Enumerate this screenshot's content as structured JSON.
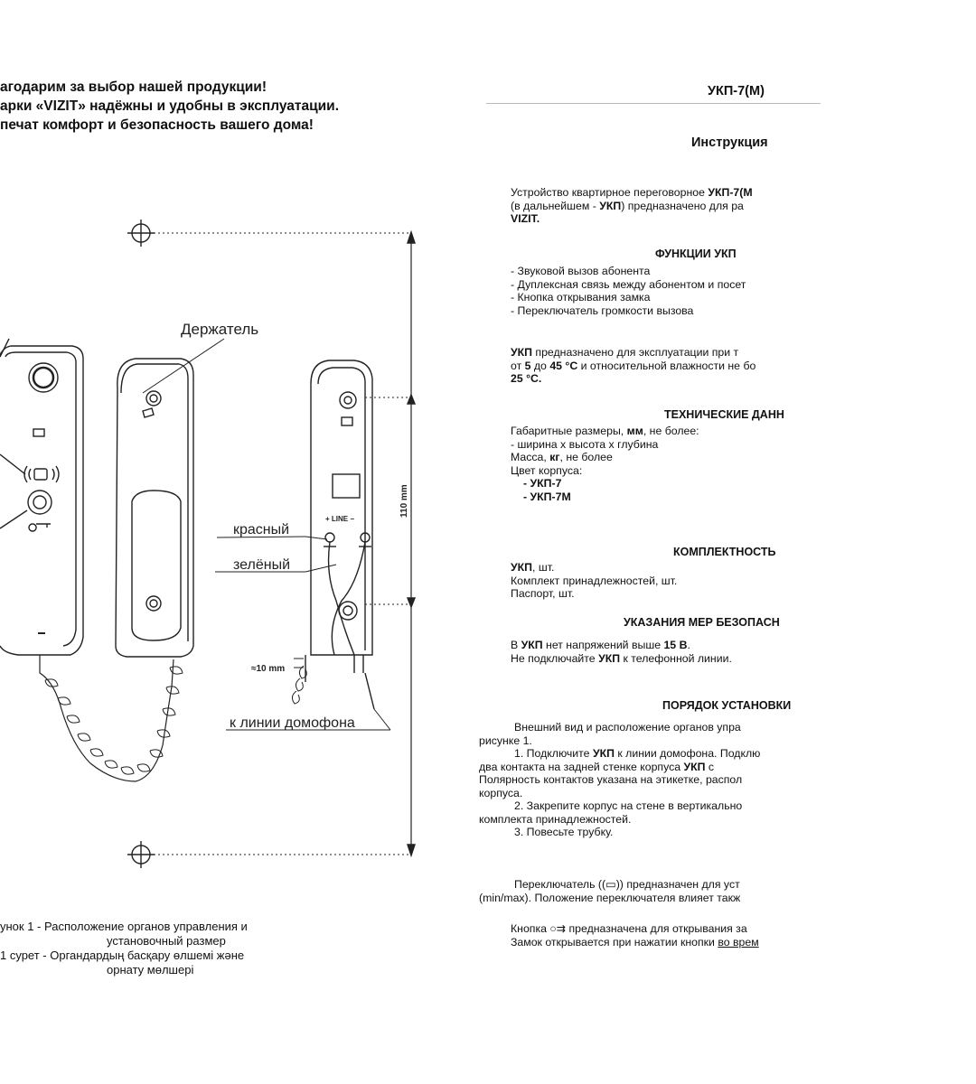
{
  "greeting": {
    "line1": "агодарим за выбор нашей продукции!",
    "line2": "арки «VIZIT» надёжны и удобны в эксплуатации.",
    "line3": "печат комфорт и безопасность вашего дома!"
  },
  "figure": {
    "label_holder": "Держатель",
    "label_red": "красный",
    "label_green": "зелёный",
    "label_line": "к линии домофона",
    "label_110": "110 mm",
    "label_10": "≈10 mm",
    "label_plus_line": "+ LINE −",
    "caption_ru_1": "унок 1 - Расположение органов управления и",
    "caption_ru_2": "установочный размер",
    "caption_kz_1": "1 сурет - Органдардың басқару өлшемі және",
    "caption_kz_2": "орнату мөлшері"
  },
  "doc": {
    "model": "УКП-7(М)",
    "title": "Инструкция",
    "intro_1": "Устройство квартирное переговорное ",
    "intro_1b": "УКП-7(М",
    "intro_2a": "(в дальнейшем - ",
    "intro_2b": "УКП",
    "intro_2c": ") предназначено для ра",
    "intro_3": "VIZIT.",
    "functions_heading": "ФУНКЦИИ УКП",
    "functions": [
      "- Звуковой вызов абонента",
      "- Дуплексная связь между абонентом и посет",
      "- Кнопка открывания замка",
      "- Переключатель громкости вызова"
    ],
    "usage_1a": "УКП",
    "usage_1b": " предназначено для эксплуатации при т",
    "usage_2a": "от ",
    "usage_2b": "5",
    "usage_2c": " до ",
    "usage_2d": "45 °C",
    "usage_2e": " и относительной влажности не бо",
    "usage_3": "25 °C.",
    "tech_heading": "ТЕХНИЧЕСКИЕ ДАНН",
    "tech_1a": "Габаритные размеры, ",
    "tech_1b": "мм",
    "tech_1c": ", не более:",
    "tech_2": "- ширина х высота х глубина",
    "tech_3a": "Масса, ",
    "tech_3b": "кг",
    "tech_3c": ", не более",
    "tech_4": "Цвет корпуса:",
    "tech_5": "- УКП-7",
    "tech_6": "- УКП-7М",
    "kit_heading": "КОМПЛЕКТНОСТЬ",
    "kit_1a": "УКП",
    "kit_1b": ", шт.",
    "kit_2": "Комплект принадлежностей, шт.",
    "kit_3": "Паспорт, шт.",
    "safety_heading": "УКАЗАНИЯ МЕР БЕЗОПАСН",
    "safety_1a": "В ",
    "safety_1b": "УКП",
    "safety_1c": " нет напряжений выше ",
    "safety_1d": "15 В",
    "safety_1e": ".",
    "safety_2a": "Не подключайте ",
    "safety_2b": "УКП",
    "safety_2c": " к телефонной линии.",
    "install_heading": "ПОРЯДОК УСТАНОВКИ",
    "install_1": "Внешний вид и расположение органов упра",
    "install_2": "рисунке 1.",
    "install_3a": "1. Подключите ",
    "install_3b": "УКП",
    "install_3c": " к линии домофона. Подклю",
    "install_4a": "два контакта на задней стенке корпуса ",
    "install_4b": "УКП",
    "install_4c": " с",
    "install_5": "Полярность контактов указана на этикетке, распол",
    "install_6": "корпуса.",
    "install_7": "2. Закрепите корпус на стене в вертикально",
    "install_8": "комплекта принадлежностей.",
    "install_9": "3. Повесьте трубку.",
    "switch_1a": "Переключатель ",
    "switch_1b": " предназначен для уст",
    "switch_2": "(min/max). Положение переключателя влияет такж",
    "button_1a": "Кнопка ",
    "button_1b": " предназначена для открывания за",
    "button_2a": "Замок открывается при нажатии кнопки ",
    "button_2b": "во врем"
  }
}
